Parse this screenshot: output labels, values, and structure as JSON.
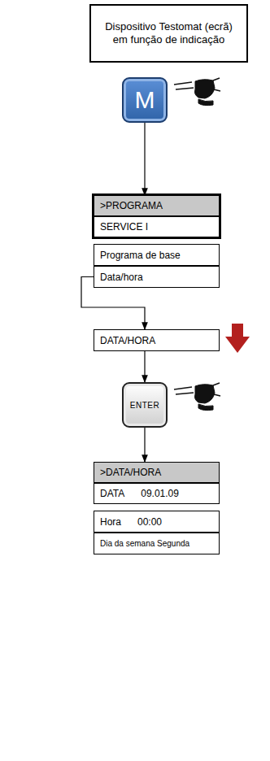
{
  "diagram": {
    "nodes": [
      {
        "text": [
          "Dispositivo Testomat (ecrã) em função de indicação"
        ]
      },
      {
        "text": [
          "M"
        ]
      },
      {
        "text": [
          ">PROGRAMA"
        ]
      },
      {
        "text": [
          "SERVICE I"
        ]
      },
      {
        "text": [
          "Programa de base"
        ]
      },
      {
        "text": [
          "Data/hora"
        ]
      },
      {
        "text": [
          "DATA/HORA"
        ]
      },
      {
        "text": [
          "ENTER"
        ]
      },
      {
        "text": [
          ">DATA/HORA"
        ]
      },
      {
        "text": [
          "DATA",
          "09.01.09"
        ]
      },
      {
        "text": [
          "Hora",
          "00:00"
        ]
      },
      {
        "text": [
          "Dia da semana Segunda"
        ]
      }
    ],
    "edges": [
      {
        "from": 1,
        "to": 2,
        "arrow": "to"
      },
      {
        "from": 5,
        "to": 6,
        "arrow": "to"
      },
      {
        "from": 6,
        "to": 7,
        "arrow": "to"
      },
      {
        "from": 7,
        "to": 8,
        "arrow": "to"
      }
    ]
  }
}
